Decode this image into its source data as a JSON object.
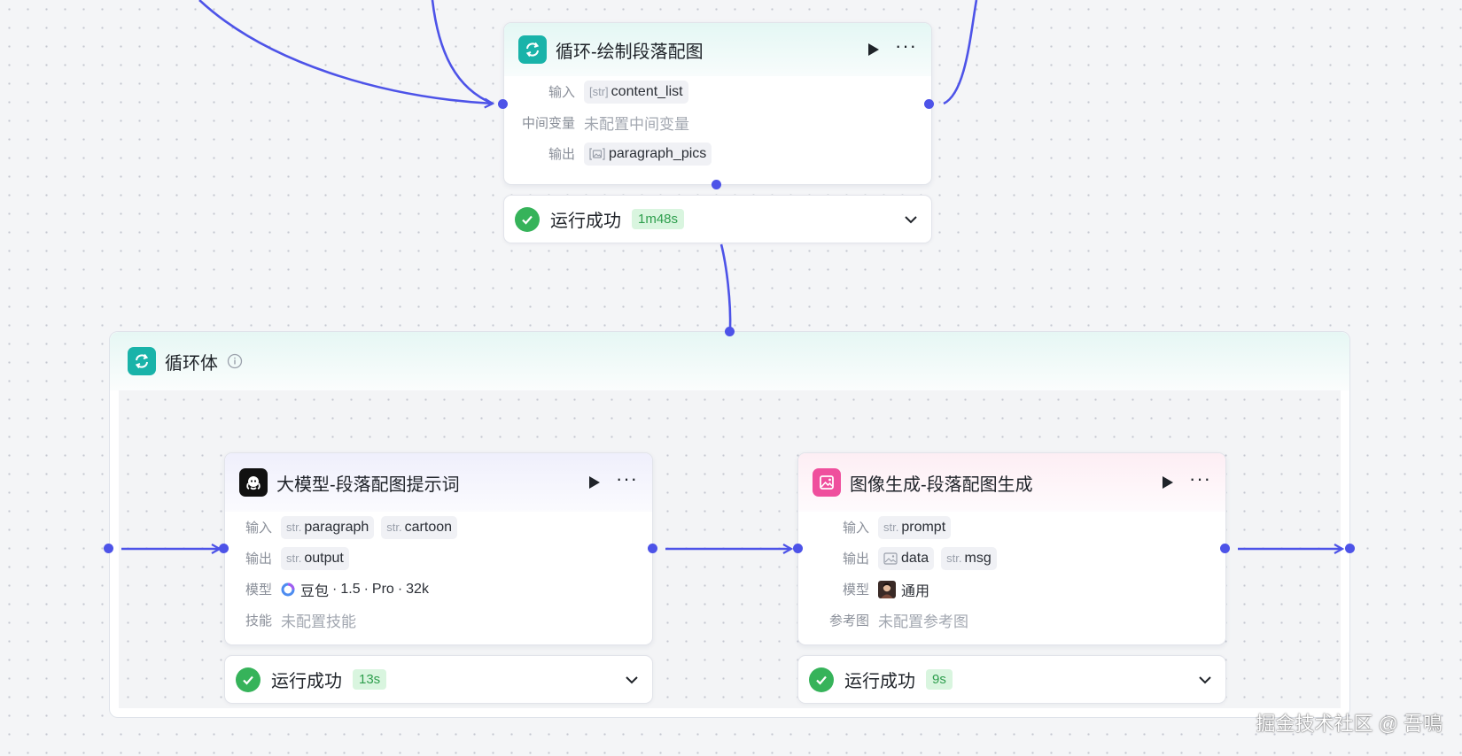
{
  "loop_node": {
    "title": "循环-绘制段落配图",
    "input_label": "输入",
    "input_type": "[str]",
    "input_value": "content_list",
    "var_label": "中间变量",
    "var_value": "未配置中间变量",
    "output_label": "输出",
    "output_value": "paragraph_pics",
    "status": "运行成功",
    "duration": "1m48s"
  },
  "loop_body": {
    "title": "循环体"
  },
  "llm_node": {
    "title": "大模型-段落配图提示词",
    "input_label": "输入",
    "inputs": [
      {
        "type": "str.",
        "name": "paragraph"
      },
      {
        "type": "str.",
        "name": "cartoon"
      }
    ],
    "output_label": "输出",
    "output_type": "str.",
    "output_name": "output",
    "model_label": "模型",
    "model_parts": [
      "豆包",
      "1.5",
      "Pro",
      "32k"
    ],
    "skill_label": "技能",
    "skill_value": "未配置技能",
    "status": "运行成功",
    "duration": "13s"
  },
  "image_node": {
    "title": "图像生成-段落配图生成",
    "input_label": "输入",
    "input_type": "str.",
    "input_name": "prompt",
    "output_label": "输出",
    "output_data": "data",
    "output_msg_type": "str.",
    "output_msg": "msg",
    "model_label": "模型",
    "model_value": "通用",
    "ref_label": "参考图",
    "ref_value": "未配置参考图",
    "status": "运行成功",
    "duration": "9s"
  },
  "watermark": "掘金技术社区 @ 吾鳴",
  "colors": {
    "wire": "#4d53e8",
    "teal": "#19b3a9",
    "pink": "#ef4f9d",
    "success": "#36b35a"
  }
}
